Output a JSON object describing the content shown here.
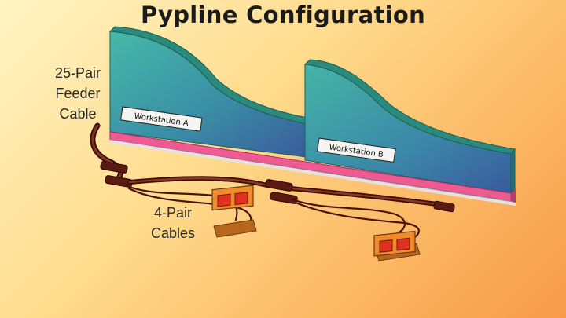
{
  "title": "Pypline Configuration",
  "labels": {
    "feeder_cable": [
      "25-Pair",
      "Feeder",
      "Cable"
    ],
    "four_pair_cables": [
      "4-Pair",
      "Cables"
    ],
    "workstation_a": "Workstation A",
    "workstation_b": "Workstation B"
  },
  "colors": {
    "panel_teal": "#3fb0a4",
    "panel_blue": "#3a5f9a",
    "panel_top": "#2a8a7c",
    "baseboard_pink": "#e8508a",
    "cable_brown": "#6b1e12",
    "outlet_orange": "#f08a2a",
    "outlet_jack": "#e03020"
  }
}
